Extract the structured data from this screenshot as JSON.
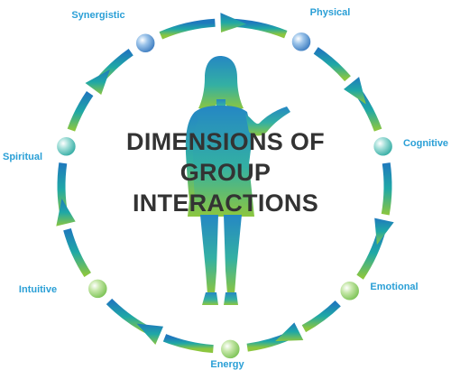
{
  "title": {
    "lines": [
      "DIMENSIONS OF",
      "GROUP",
      "INTERACTIONS"
    ]
  },
  "dimensions": [
    {
      "label": "Physical"
    },
    {
      "label": "Cognitive"
    },
    {
      "label": "Emotional"
    },
    {
      "label": "Energy"
    },
    {
      "label": "Intuitive"
    },
    {
      "label": "Spiritual"
    },
    {
      "label": "Synergistic"
    }
  ],
  "colors": {
    "ring_top": "#1f79bd",
    "ring_bottom": "#8cc63f",
    "figure_top": "#2587c4",
    "figure_bottom": "#8cc63f",
    "label": "#2a9fd6",
    "title": "#333333",
    "node_blue": "#2b6fb8",
    "node_green": "#6dbb44"
  }
}
